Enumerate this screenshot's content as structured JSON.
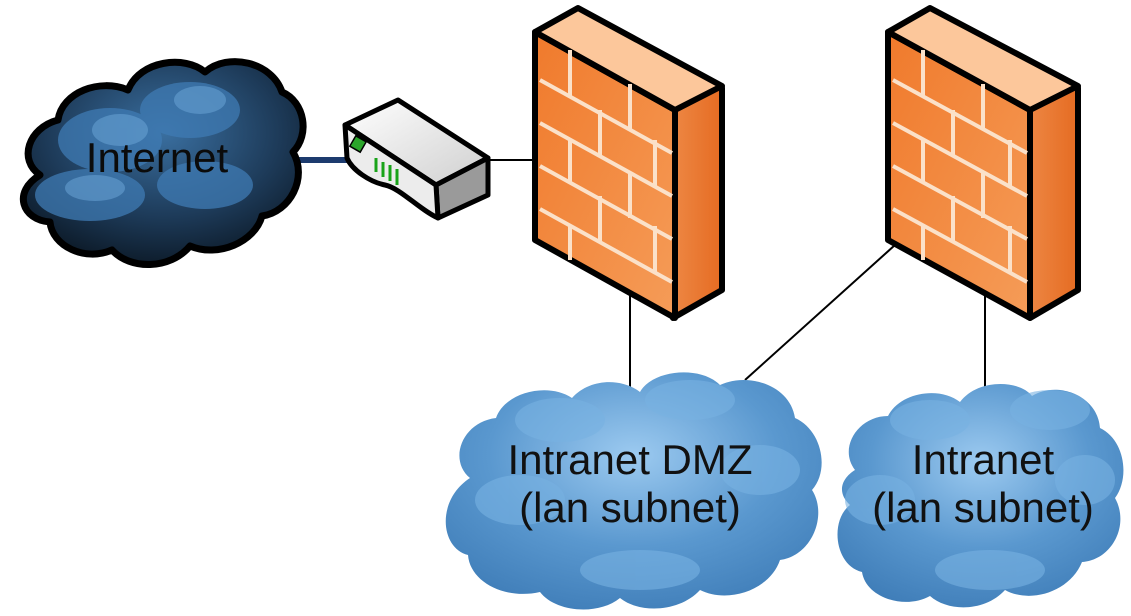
{
  "diagram": {
    "internet_cloud": {
      "label": "Internet"
    },
    "dmz_cloud": {
      "line1": "Intranet DMZ",
      "line2": "(lan subnet)"
    },
    "intranet_cloud": {
      "line1": "Intranet",
      "line2": "(lan subnet)"
    }
  },
  "colors": {
    "firewall_orange": "#f4853a",
    "firewall_light": "#fbd2ae",
    "firewall_dark": "#e0661e",
    "cloud_blue": "#4f8fc8",
    "cloud_light": "#8cc0ea",
    "dark_cloud": "#1a2a38",
    "link_line": "#1c3b6e"
  },
  "icons": [
    "cloud-icon",
    "router-icon",
    "firewall-icon"
  ]
}
